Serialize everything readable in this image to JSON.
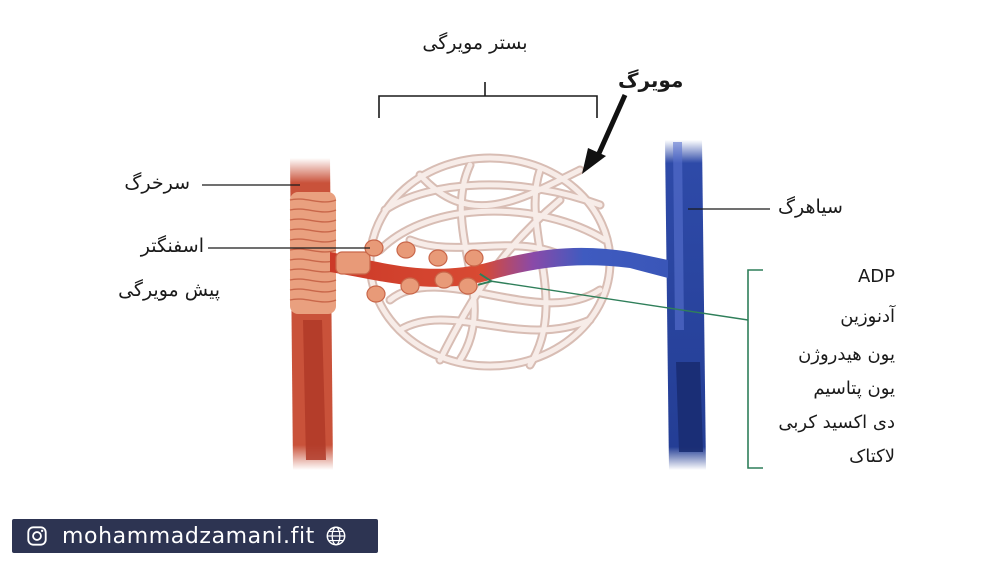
{
  "labels": {
    "capillary_bed": "بستر مویرگی",
    "capillary": "مویرگ",
    "artery": "سرخرگ",
    "vein": "سیاهرگ",
    "sphincter": "اسفنگتر",
    "precapillary": "پیش مویرگی"
  },
  "metabolites": [
    "ADP",
    "آدنوزین",
    "یون هیدروژن",
    "یون پتاسیم",
    "دی اکسید کربی",
    "لاکتاک"
  ],
  "footer": {
    "handle": "mohammadzamani.fit"
  },
  "colors": {
    "artery": "#c9523a",
    "artery_band": "#e89a78",
    "vein": "#2a3f99",
    "capillary": "#efd9d2",
    "bracket": "#2f7f5a",
    "footer_bg": "#2d3452"
  },
  "icons": {
    "social": "instagram-icon",
    "web": "globe-icon"
  }
}
